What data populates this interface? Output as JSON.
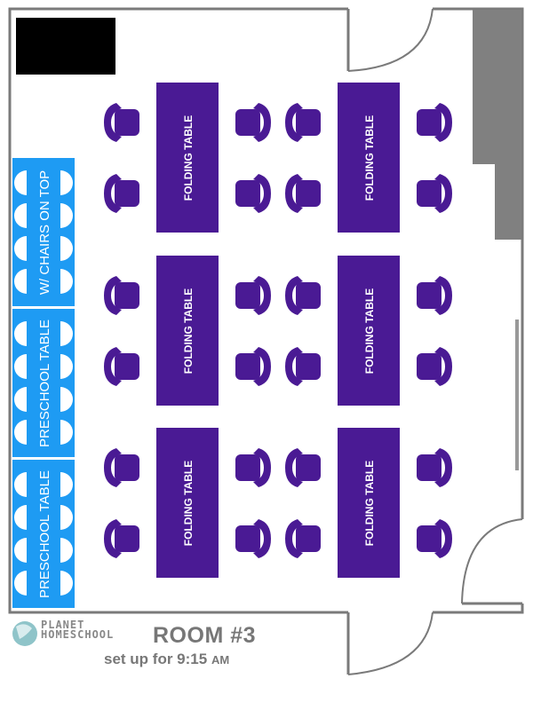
{
  "colors": {
    "folding_table": "#4a1a94",
    "preschool_table": "#1e9bf3",
    "wall": "#7a7a7a",
    "cabinet": "#808080",
    "redaction": "#000000"
  },
  "folding_tables": [
    {
      "label": "FOLDING TABLE",
      "chairs": 4
    },
    {
      "label": "FOLDING TABLE",
      "chairs": 4
    },
    {
      "label": "FOLDING TABLE",
      "chairs": 4
    },
    {
      "label": "FOLDING TABLE",
      "chairs": 4
    },
    {
      "label": "FOLDING TABLE",
      "chairs": 4
    },
    {
      "label": "FOLDING TABLE",
      "chairs": 4
    }
  ],
  "preschool_tables": [
    {
      "label": "W/ CHAIRS ON TOP"
    },
    {
      "label": "PRESCHOOL TABLE"
    },
    {
      "label": "PRESCHOOL TABLE"
    }
  ],
  "logo": {
    "line1": "PLANET",
    "line2": "HOMESCHOOL"
  },
  "title": "ROOM #3",
  "subtitle": "set up for 9:15",
  "subtitle_suffix": "AM"
}
